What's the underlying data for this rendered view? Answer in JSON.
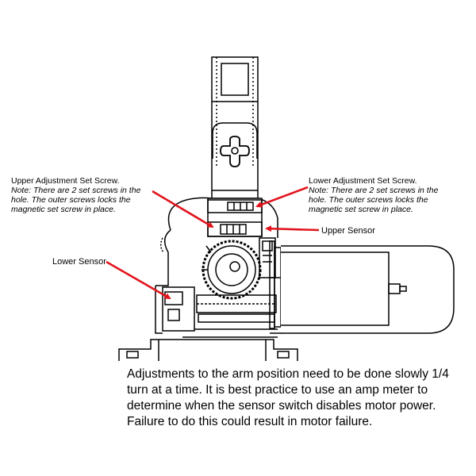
{
  "labels": {
    "upper_set_screw": {
      "title": "Upper Adjustment Set Screw.",
      "note": "Note: There are 2 set screws in the hole. The outer screws locks the magnetic set screw in place."
    },
    "lower_set_screw": {
      "title": "Lower Adjustment Set Screw.",
      "note": "Note: There are 2 set screws in the hole. The outer screws locks the magnetic set screw in place."
    },
    "upper_sensor": "Upper Sensor",
    "lower_sensor": "Lower Sensor"
  },
  "instruction": "Adjustments to the arm position need to be done slowly 1/4 turn at a time. It is best practice to use an amp meter to determine when the sensor switch disables motor power. Failure to do this could result in motor failure.",
  "colors": {
    "arrow": "#e1141c",
    "line": "#000000",
    "background": "#ffffff"
  }
}
